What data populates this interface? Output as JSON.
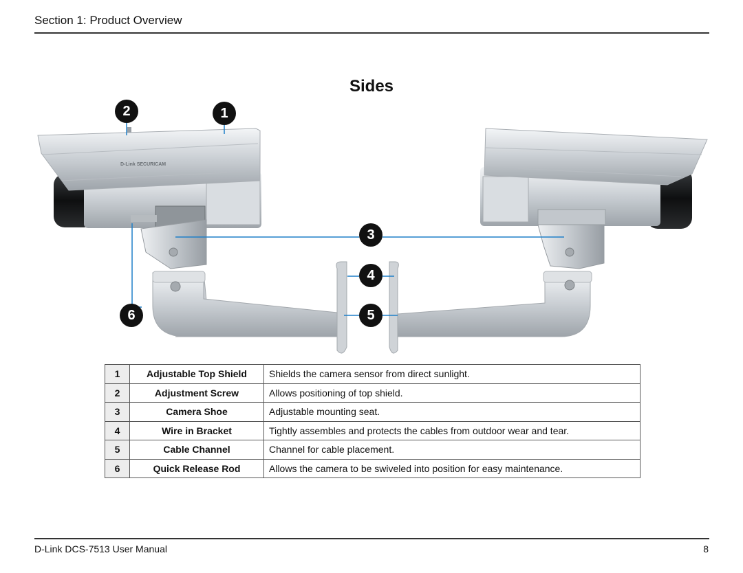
{
  "header": {
    "section": "Section 1: Product Overview"
  },
  "page_title": "Sides",
  "logo_text": "D-Link SECURICAM",
  "callouts": [
    "1",
    "2",
    "3",
    "4",
    "5",
    "6"
  ],
  "parts": [
    {
      "num": "1",
      "name": "Adjustable Top Shield",
      "desc": "Shields the camera sensor from direct sunlight."
    },
    {
      "num": "2",
      "name": "Adjustment Screw",
      "desc": "Allows positioning of top shield."
    },
    {
      "num": "3",
      "name": "Camera Shoe",
      "desc": "Adjustable mounting seat."
    },
    {
      "num": "4",
      "name": "Wire in Bracket",
      "desc": "Tightly assembles and protects the cables from outdoor wear and tear."
    },
    {
      "num": "5",
      "name": "Cable Channel",
      "desc": "Channel for cable placement."
    },
    {
      "num": "6",
      "name": "Quick Release Rod",
      "desc": "Allows the camera to be swiveled into position for easy maintenance."
    }
  ],
  "footer": {
    "manual": "D-Link DCS-7513 User Manual",
    "page_number": "8"
  },
  "colors": {
    "leader_line": "#1e7fc8",
    "callout_bg": "#111111"
  }
}
